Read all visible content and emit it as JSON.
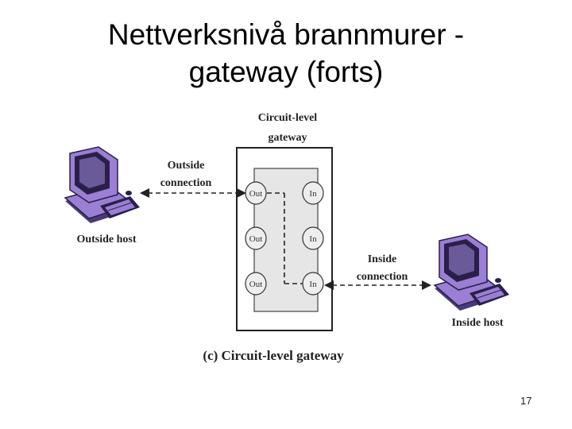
{
  "slide": {
    "title_line1": "Nettverksnivå brannmurer -",
    "title_line2": "gateway (forts)",
    "page_number": "17"
  },
  "diagram": {
    "gateway_label_line1": "Circuit-level",
    "gateway_label_line2": "gateway",
    "outside_connection_line1": "Outside",
    "outside_connection_line2": "connection",
    "inside_connection_line1": "Inside",
    "inside_connection_line2": "connection",
    "outside_host_label": "Outside host",
    "inside_host_label": "Inside host",
    "caption": "(c) Circuit-level gateway",
    "ports_out": [
      "Out",
      "Out",
      "Out"
    ],
    "ports_in": [
      "In",
      "In",
      "In"
    ],
    "colors": {
      "computer_body": "#9b7fd4",
      "computer_dark": "#4a3a7a",
      "gateway_fill": "#e6e6e6"
    }
  }
}
